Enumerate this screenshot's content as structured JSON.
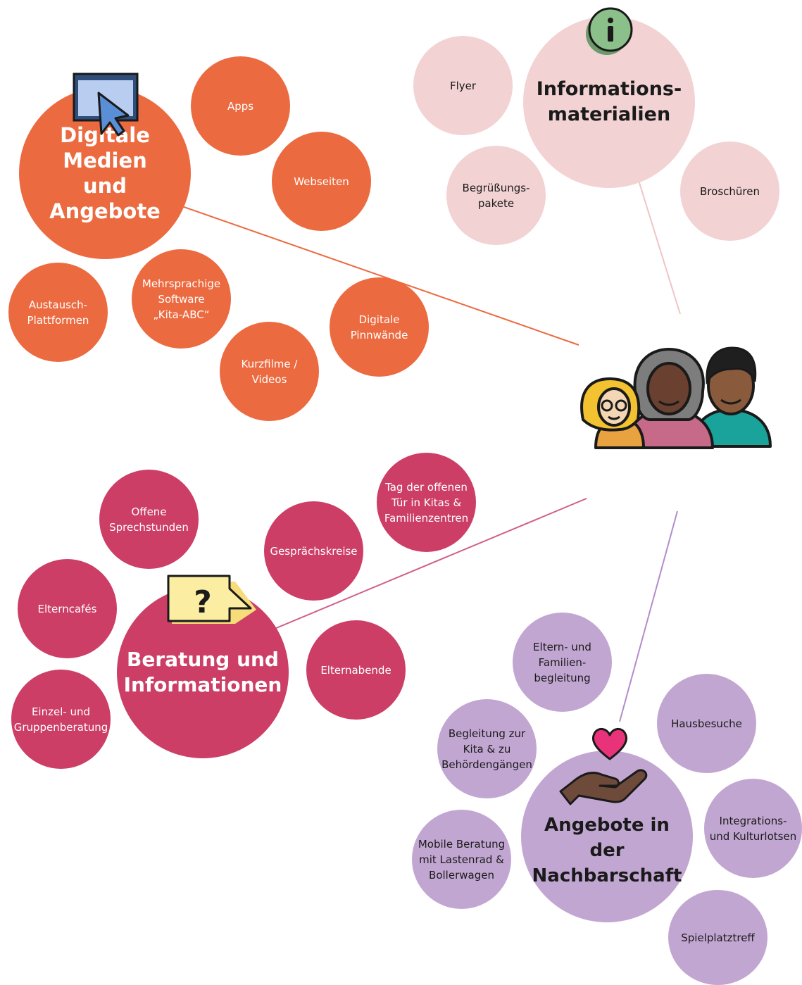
{
  "colors": {
    "orange": "#ec6a40",
    "pink": "#f2d2d2",
    "crimson": "#cc3e66",
    "lilac": "#c2a6d2",
    "line_orange": "#ec6a40",
    "line_pink": "#f0c4c4",
    "line_crimson": "#d0608a",
    "line_lilac": "#b48ccc"
  },
  "center": {
    "icon": "people-group-icon"
  },
  "groups": {
    "digital": {
      "title": "Digitale Medien\nund Angebote",
      "icon": "computer-cursor-icon",
      "items": [
        "Apps",
        "Webseiten",
        "Mehrsprachige\nSoftware\n„Kita-ABC“",
        "Austausch-\nPlattformen",
        "Kurzfilme /\nVideos",
        "Digitale\nPinnwände"
      ]
    },
    "info": {
      "title": "Informations-\nmaterialien",
      "icon": "info-icon",
      "items": [
        "Flyer",
        "Begrüßungs-\npakete",
        "Broschüren"
      ]
    },
    "beratung": {
      "title": "Beratung und\nInformationen",
      "icon": "question-sign-icon",
      "items": [
        "Offene\nSprechstunden",
        "Gesprächskreise",
        "Tag der offenen\nTür in Kitas &\nFamilienzentren",
        "Elterncafés",
        "Elternabende",
        "Einzel- und\nGruppenberatung"
      ]
    },
    "nachbarschaft": {
      "title": "Angebote in der\nNachbarschaft",
      "icon": "hand-heart-icon",
      "items": [
        "Eltern- und\nFamilien-\nbegleitung",
        "Hausbesuche",
        "Begleitung zur\nKita & zu\nBehördengängen",
        "Integrations-\nund Kulturlotsen",
        "Mobile Beratung\nmit Lastenrad &\nBollerwagen",
        "Spielplatztreff"
      ]
    }
  }
}
